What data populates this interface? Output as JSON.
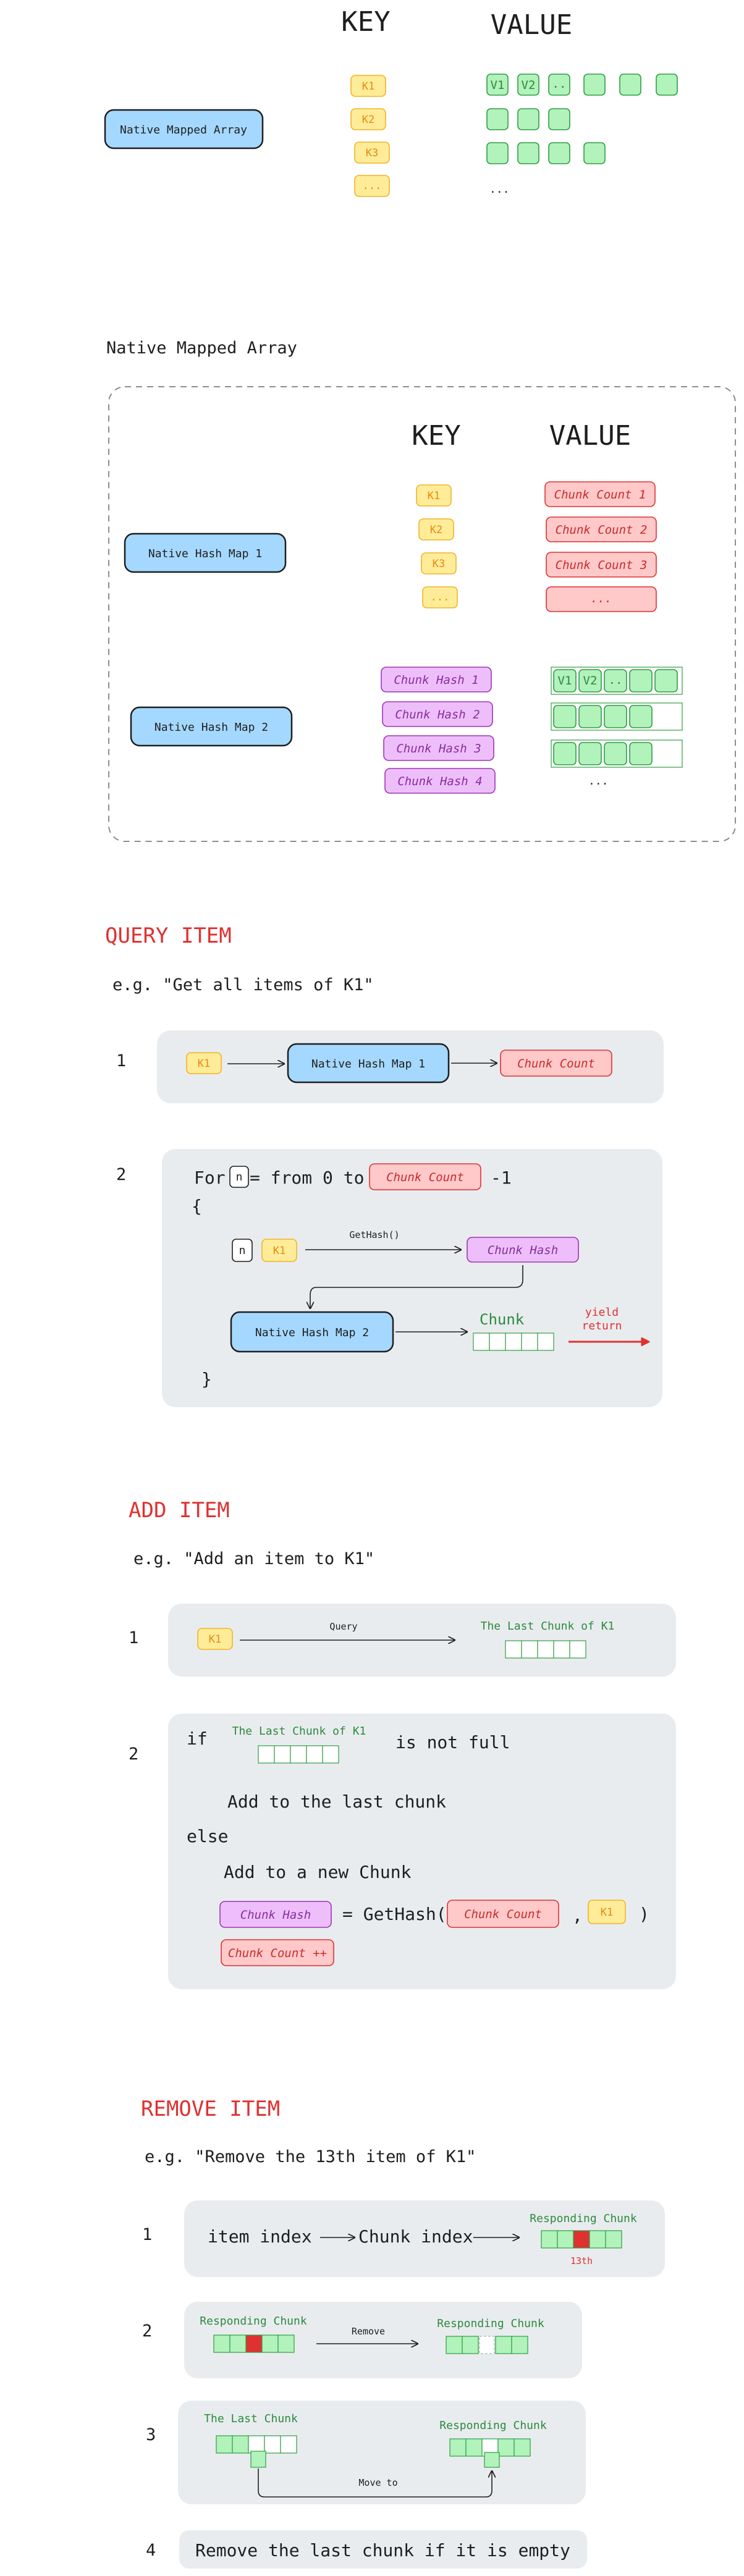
{
  "top": {
    "key_header": "KEY",
    "value_header": "VALUE",
    "map_label": "Native Mapped Array",
    "keys": [
      "K1",
      "K2",
      "K3",
      "..."
    ],
    "value_labels": [
      "V1",
      "V2",
      ".."
    ],
    "value_more": "..."
  },
  "nested": {
    "title": "Native Mapped Array",
    "key_header": "KEY",
    "value_header": "VALUE",
    "map1_label": "Native Hash Map 1",
    "map2_label": "Native Hash Map 2",
    "keys": [
      "K1",
      "K2",
      "K3",
      "..."
    ],
    "chunk_counts": [
      "Chunk Count 1",
      "Chunk Count 2",
      "Chunk Count 3",
      "..."
    ],
    "chunk_hashes": [
      "Chunk Hash 1",
      "Chunk Hash 2",
      "Chunk Hash 3",
      "Chunk Hash 4"
    ],
    "value_labels": [
      "V1",
      "V2",
      ".."
    ],
    "value_more": "..."
  },
  "query": {
    "title": "QUERY ITEM",
    "example": "e.g. \"Get all items of K1\"",
    "step1": {
      "num": "1",
      "key": "K1",
      "map": "Native Hash Map 1",
      "result": "Chunk Count"
    },
    "step2": {
      "num": "2",
      "for_word": "For",
      "n": "n",
      "from_text": "= from 0 to",
      "chunk_count": "Chunk Count",
      "minus": "-1",
      "brace_open": "{",
      "brace_close": "}",
      "key": "K1",
      "gethash": "GetHash()",
      "chunk_hash": "Chunk Hash",
      "map": "Native Hash Map 2",
      "chunk_label": "Chunk",
      "yield_text": "yield return"
    }
  },
  "add": {
    "title": "ADD ITEM",
    "example": "e.g. \"Add an item to K1\"",
    "step1": {
      "num": "1",
      "key": "K1",
      "query_label": "Query",
      "result": "The Last Chunk of K1"
    },
    "step2": {
      "num": "2",
      "if_word": "if",
      "last_chunk": "The Last Chunk of K1",
      "not_full": "is not full",
      "add_last": "Add to the last chunk",
      "else_word": "else",
      "add_new": "Add to a new Chunk",
      "chunk_hash": "Chunk Hash",
      "eq_gethash": "= GetHash(",
      "chunk_count": "Chunk Count",
      "comma": ",",
      "key": "K1",
      "close_paren": ")",
      "increment": "Chunk Count ++"
    }
  },
  "remove": {
    "title": "REMOVE ITEM",
    "example": "e.g. \"Remove the 13th item of K1\"",
    "step1": {
      "num": "1",
      "item_index": "item index",
      "chunk_index": "Chunk index",
      "responding": "Responding Chunk",
      "nth": "13th"
    },
    "step2": {
      "num": "2",
      "responding_a": "Responding Chunk",
      "remove_label": "Remove",
      "responding_b": "Responding Chunk"
    },
    "step3": {
      "num": "3",
      "last_chunk": "The Last Chunk",
      "responding": "Responding Chunk",
      "move_label": "Move to"
    },
    "step4": {
      "num": "4",
      "text": "Remove the last chunk if it is empty"
    }
  },
  "colors": {
    "blue_fill": "#a5d8ff",
    "yellow_fill": "#ffec99",
    "yellow_stroke": "#f0b429",
    "yellow_text": "#e8890c",
    "pink_fill": "#ffc9c9",
    "pink_stroke": "#e03131",
    "purple_fill": "#eebefa",
    "purple_stroke": "#9c36b5",
    "green_fill": "#b2f2bb",
    "green_stroke": "#2f9e44",
    "panel_fill": "#e9ecef",
    "red_accent": "#e03131"
  }
}
